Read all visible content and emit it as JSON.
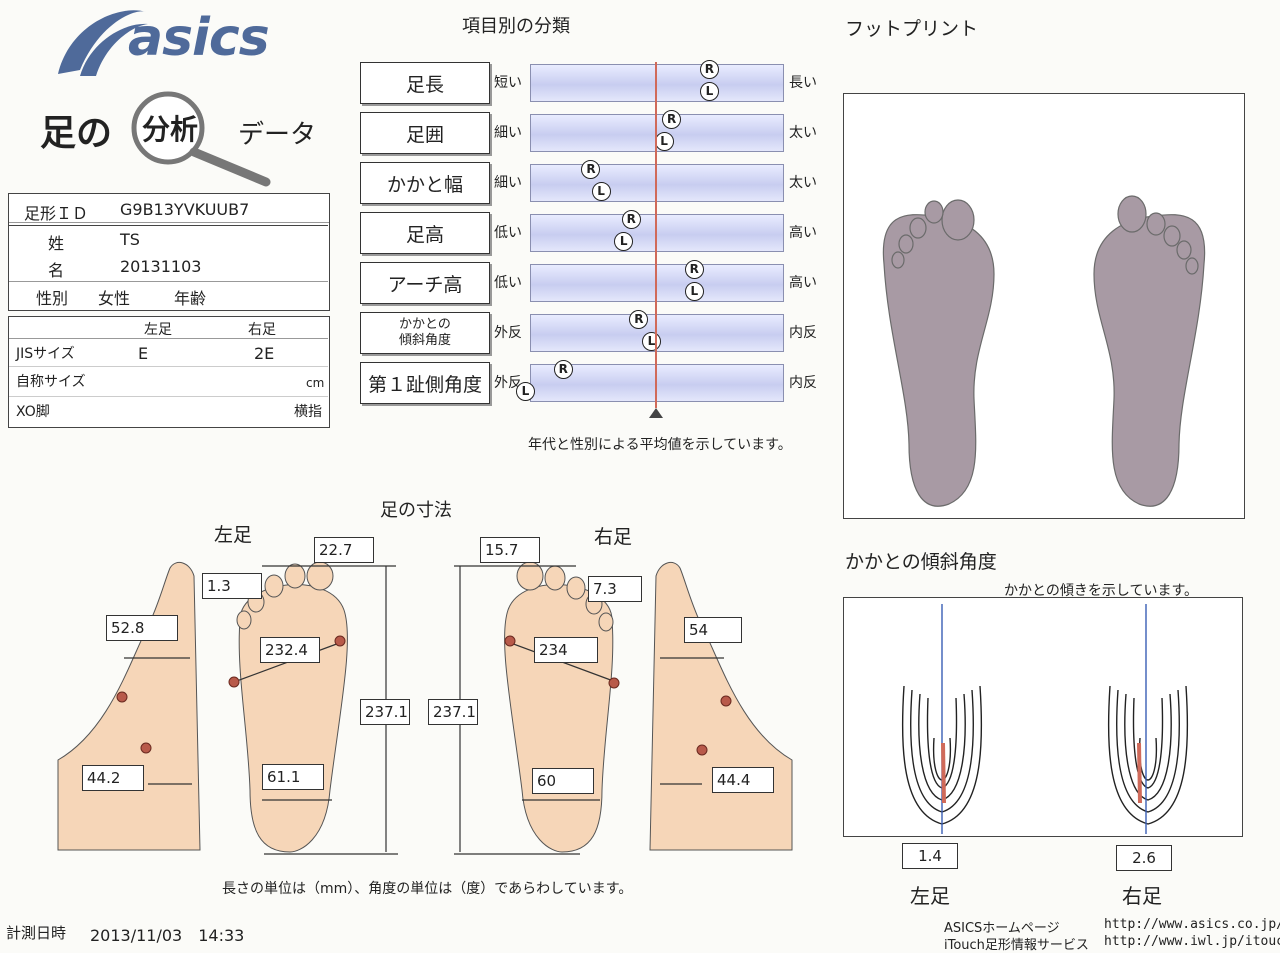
{
  "header": {
    "brand": "asics",
    "title_1": "足の",
    "title_circle": "分析",
    "title_2": "データ"
  },
  "profile": {
    "id_label": "足形ＩＤ",
    "id_value": "G9B13YVKUUB7",
    "surname_label": "姓",
    "surname_value": "TS",
    "name_label": "名",
    "name_value": "20131103",
    "gender_label": "性別",
    "gender_value": "女性",
    "age_label": "年齢"
  },
  "sizes": {
    "left_header": "左足",
    "right_header": "右足",
    "jis_label": "JISサイズ",
    "jis_left": "E",
    "jis_right": "2E",
    "self_label": "自称サイズ",
    "self_unit": "cm",
    "xo_label": "XO脚",
    "xo_value": "横指"
  },
  "classification": {
    "title": "項目別の分類",
    "note": "年代と性別による平均値を示しています。",
    "marker_r": "R",
    "marker_l": "L",
    "items": [
      {
        "label": "足長",
        "low": "短い",
        "high": "長い",
        "r": 0.71,
        "l": 0.71
      },
      {
        "label": "足囲",
        "low": "細い",
        "high": "太い",
        "r": 0.56,
        "l": 0.53
      },
      {
        "label": "かかと幅",
        "low": "細い",
        "high": "太い",
        "r": 0.24,
        "l": 0.28
      },
      {
        "label": "足高",
        "low": "低い",
        "high": "高い",
        "r": 0.4,
        "l": 0.37
      },
      {
        "label": "アーチ高",
        "low": "低い",
        "high": "高い",
        "r": 0.65,
        "l": 0.65
      },
      {
        "label": "かかとの\n傾斜角度",
        "low": "外反",
        "high": "内反",
        "r": 0.43,
        "l": 0.48
      },
      {
        "label": "第１趾側角度",
        "low": "外反",
        "high": "内反",
        "r": 0.13,
        "l": -0.02
      }
    ]
  },
  "footprint": {
    "title": "フットプリント"
  },
  "heel": {
    "title": "かかとの傾斜角度",
    "note": "かかとの傾きを示しています。",
    "left_value": "1.4",
    "right_value": "2.6",
    "left_label": "左足",
    "right_label": "右足"
  },
  "dimensions": {
    "title": "足の寸法",
    "left_label": "左足",
    "right_label": "右足",
    "left_toe_width": "22.7",
    "left_toe_gap": "1.3",
    "left_girth": "232.4",
    "left_instep": "52.8",
    "left_heel_h": "44.2",
    "left_heel_w": "61.1",
    "left_length": "237.1",
    "right_length": "237.1",
    "right_toe_width": "15.7",
    "right_toe_gap": "7.3",
    "right_girth": "234",
    "right_instep": "54",
    "right_heel_w": "60",
    "right_heel_h": "44.4",
    "unit_note": "長さの単位は（mm）、角度の単位は（度）であらわしています。"
  },
  "footer": {
    "measure_label": "計測日時",
    "measure_value": "2013/11/03　14:33",
    "site1_label": "ASICSホームページ",
    "site1_url": "http://www.asics.co.jp/",
    "site2_label": "iTouch足形情報サービス",
    "site2_url": "http://www.iwl.jp/itouch/"
  },
  "colors": {
    "brand": "#4f6a9a",
    "skin": "#f6d6b8",
    "bar_center": "#d06a5a",
    "print": "#a89aa4"
  }
}
